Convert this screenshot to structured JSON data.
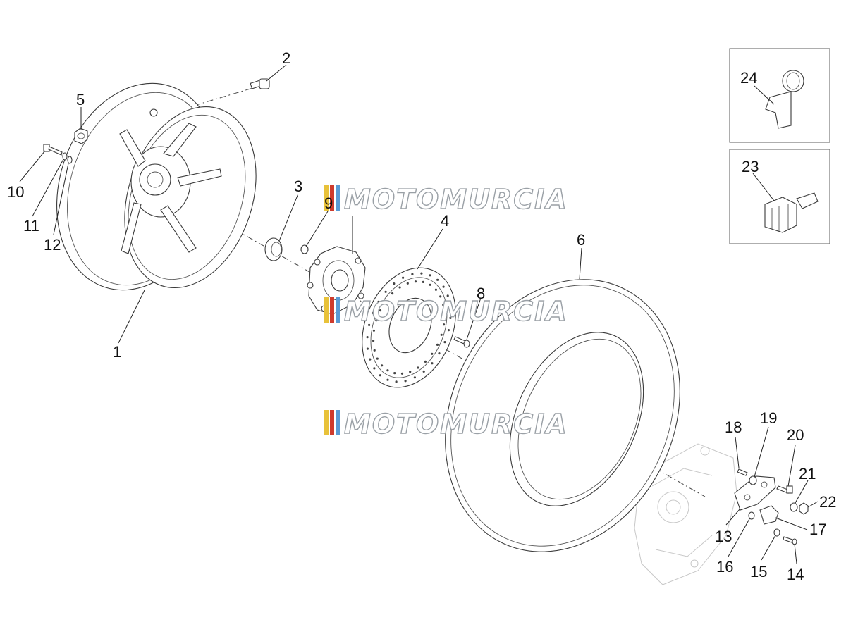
{
  "watermark": {
    "text": "MOTOMURCIA",
    "stripe_colors": [
      "#e8c23a",
      "#cf3b2c",
      "#5a9bd4"
    ]
  },
  "callouts": {
    "c1": "1",
    "c2": "2",
    "c3": "3",
    "c4": "4",
    "c5": "5",
    "c6": "6",
    "c8": "8",
    "c9": "9",
    "c10": "10",
    "c11": "11",
    "c12": "12",
    "c13": "13",
    "c14": "14",
    "c15": "15",
    "c16": "16",
    "c17": "17",
    "c18": "18",
    "c19": "19",
    "c20": "20",
    "c21": "21",
    "c22": "22",
    "c23": "23",
    "c24": "24"
  }
}
